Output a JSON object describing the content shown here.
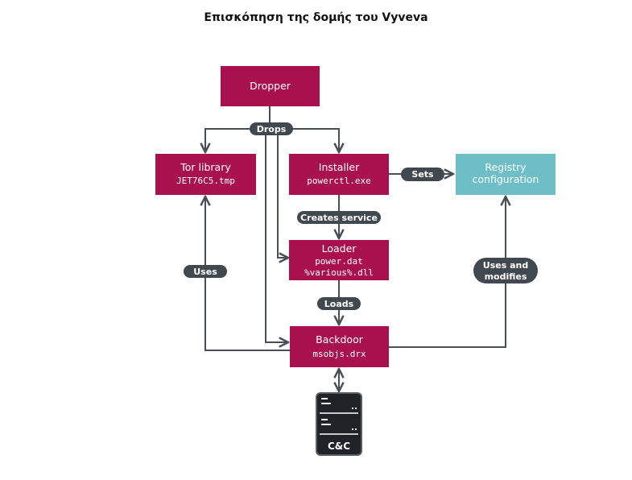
{
  "title": "Επισκόπηση της δομής του Vyveva",
  "colors": {
    "component": "#a8104e",
    "registry": "#6dbec6",
    "connector": "#4a4f57",
    "label_pill": "#404850"
  },
  "nodes": {
    "dropper": {
      "label": "Dropper"
    },
    "tor": {
      "label": "Tor library",
      "file": "JET76C5.tmp"
    },
    "installer": {
      "label": "Installer",
      "file": "powerctl.exe"
    },
    "registry": {
      "label1": "Registry",
      "label2": "configuration"
    },
    "loader": {
      "label": "Loader",
      "file1": "power.dat",
      "file2": "%various%.dll"
    },
    "backdoor": {
      "label": "Backdoor",
      "file": "msobjs.drx"
    },
    "cc": {
      "label": "C&C",
      "icon": "server-icon"
    }
  },
  "edge_labels": {
    "drops": "Drops",
    "sets": "Sets",
    "creates_service": "Creates service",
    "loads": "Loads",
    "uses": "Uses",
    "uses_modifies_1": "Uses and",
    "uses_modifies_2": "modifies"
  }
}
